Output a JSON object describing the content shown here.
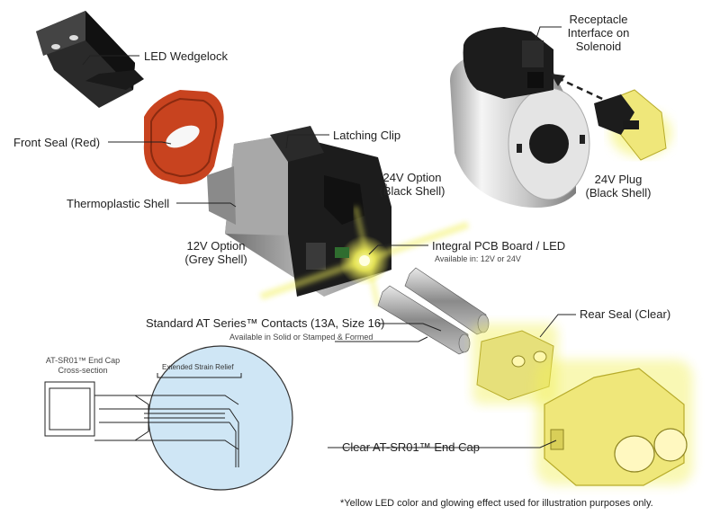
{
  "labels": {
    "led_wedgelock": "LED Wedgelock",
    "front_seal": "Front Seal (Red)",
    "thermoplastic_shell": "Thermoplastic Shell",
    "latching_clip": "Latching Clip",
    "option_24v_line1": "24V Option",
    "option_24v_line2": "(Black Shell)",
    "option_12v_line1": "12V Option",
    "option_12v_line2": "(Grey Shell)",
    "pcb_board": "Integral PCB Board / LED",
    "pcb_available": "Available in: 12V or 24V",
    "contacts": "Standard AT Series™ Contacts (13A, Size 16)",
    "contacts_available": "Available in Solid or Stamped & Formed",
    "receptacle_line1": "Receptacle",
    "receptacle_line2": "Interface on",
    "receptacle_line3": "Solenoid",
    "plug_line1": "24V Plug",
    "plug_line2": "(Black Shell)",
    "rear_seal": "Rear Seal (Clear)",
    "end_cap_title_line1": "AT-SR01™ End Cap",
    "end_cap_title_line2": "Cross-section",
    "strain_relief": "Extended Strain Relief",
    "clear_end_cap": "Clear AT-SR01™ End Cap",
    "footnote": "*Yellow LED color and glowing effect used for illustration purposes only."
  },
  "colors": {
    "front_seal": "#c8431f",
    "grey_shell": "#9a9a9a",
    "black_shell": "#1c1c1c",
    "led_glow": "#f2f05a",
    "clear_cap_glow": "#f6f07a",
    "cross_section_bg": "#cfe6f5",
    "solenoid_metal": "#d9d9d9"
  }
}
